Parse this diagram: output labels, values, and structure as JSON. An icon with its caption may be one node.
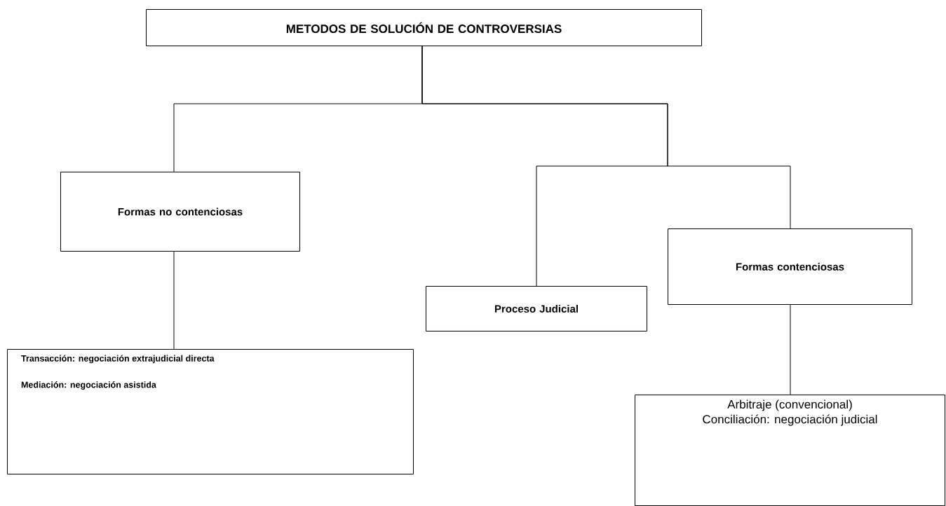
{
  "diagram": {
    "nodes": [
      {
        "text": [
          "METODOS DE SOLUCIÓN DE CONTROVERSIAS"
        ]
      },
      {
        "text": [
          "Formas no contenciosas"
        ]
      },
      {
        "text": [
          "Transacción: negociación extrajudicial directa",
          "Mediación: negociación asistida"
        ]
      },
      {
        "text": [
          "Proceso Judicial"
        ]
      },
      {
        "text": [
          "Formas contenciosas"
        ]
      },
      {
        "text": [
          "Arbitraje (convencional)",
          "Conciliación: negociación judicial"
        ]
      }
    ],
    "edges": [
      {
        "from": 0,
        "to": 1,
        "arrow": "none"
      },
      {
        "from": 0,
        "to": 3,
        "arrow": "none"
      },
      {
        "from": 0,
        "to": 4,
        "arrow": "none"
      },
      {
        "from": 1,
        "to": 2,
        "arrow": "none"
      },
      {
        "from": 4,
        "to": 5,
        "arrow": "none"
      }
    ]
  }
}
